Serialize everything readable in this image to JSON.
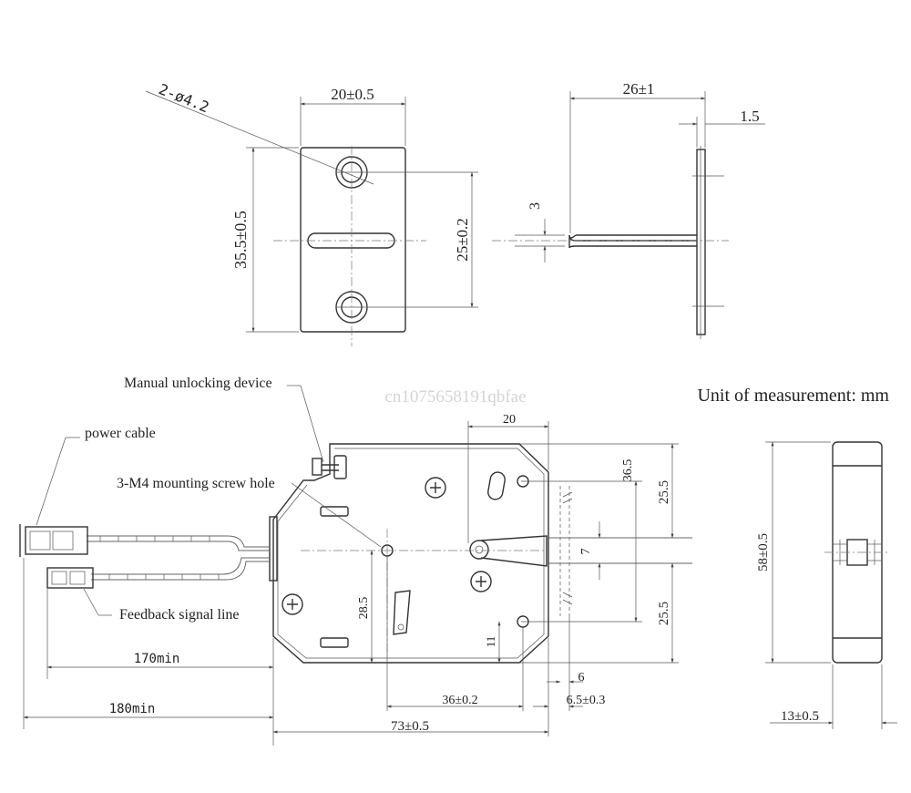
{
  "strike_plate": {
    "holes_label": "2-ø4.2",
    "width_dim": "20±0.5",
    "height_dim": "35.5±0.5",
    "hole_pitch_dim": "25±0.2"
  },
  "strike_side": {
    "length_dim": "26±1",
    "thickness_dim": "1.5",
    "tongue_dim": "3"
  },
  "callouts": {
    "manual_unlock": "Manual unlocking device",
    "power_cable": "power cable",
    "mounting_holes": "3-M4 mounting screw hole",
    "feedback_line": "Feedback signal line"
  },
  "watermark": "cn1075658191qbfae",
  "unit_note": "Unit of measurement: mm",
  "lock_dims": {
    "top_20": "20",
    "d_36_5": "36.5",
    "d_25_5_top": "25.5",
    "d_7": "7",
    "d_25_5_bottom": "25.5",
    "d_28_5": "28.5",
    "d_11": "11",
    "d_6": "6",
    "d_36": "36±0.2",
    "d_6_5": "6.5±0.3",
    "d_73": "73±0.5",
    "d_170": "170min",
    "d_180": "180min"
  },
  "side_view": {
    "height_dim": "58±0.5",
    "width_dim": "13±0.5"
  }
}
